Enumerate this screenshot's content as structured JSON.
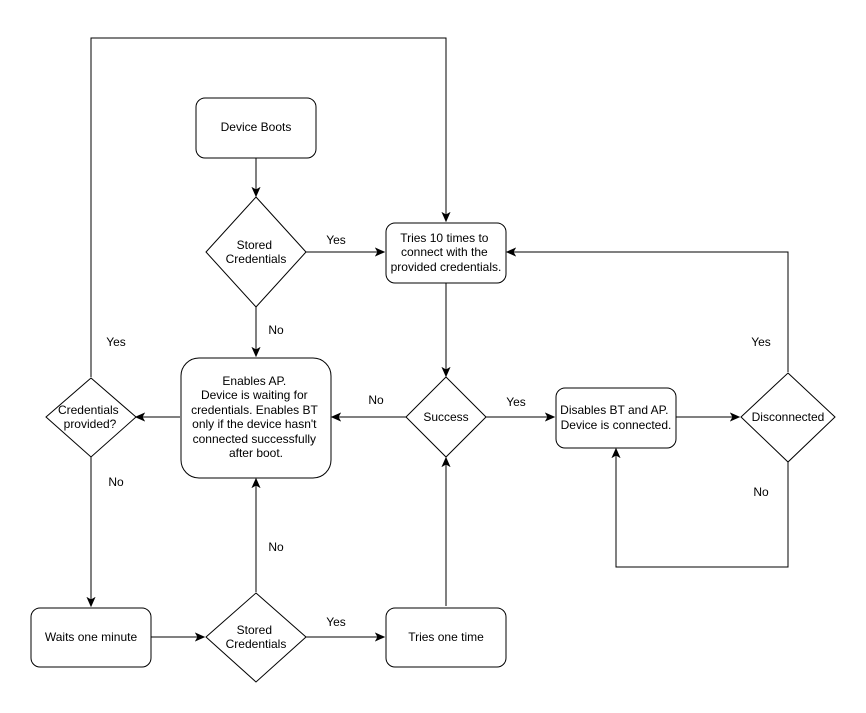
{
  "diagram": {
    "nodes": {
      "device_boots": {
        "lines": [
          "Device Boots"
        ]
      },
      "stored_credentials_top": {
        "lines": [
          "Stored",
          "Credentials"
        ]
      },
      "tries_ten": {
        "lines": [
          "Tries 10 times to",
          "connect with the",
          "provided credentials."
        ]
      },
      "enables_ap": {
        "lines": [
          "Enables AP.",
          "Device is waiting for",
          "credentials. Enables BT",
          "only if the device hasn't",
          "connected successfully",
          "after boot."
        ]
      },
      "credentials_provided": {
        "lines": [
          "Credentials",
          "provided?"
        ]
      },
      "success": {
        "lines": [
          "Success"
        ]
      },
      "disables_bt": {
        "lines": [
          "Disables BT and AP.",
          "Device is connected."
        ]
      },
      "disconnected": {
        "lines": [
          "Disconnected"
        ]
      },
      "waits_one_minute": {
        "lines": [
          "Waits one minute"
        ]
      },
      "stored_credentials_bottom": {
        "lines": [
          "Stored",
          "Credentials"
        ]
      },
      "tries_one_time": {
        "lines": [
          "Tries one time"
        ]
      }
    },
    "edge_labels": {
      "stored_top_yes": "Yes",
      "stored_top_no": "No",
      "credentials_provided_yes": "Yes",
      "credentials_provided_no": "No",
      "success_no": "No",
      "success_yes": "Yes",
      "disconnected_yes": "Yes",
      "disconnected_no": "No",
      "stored_bottom_no": "No",
      "stored_bottom_yes": "Yes"
    }
  }
}
